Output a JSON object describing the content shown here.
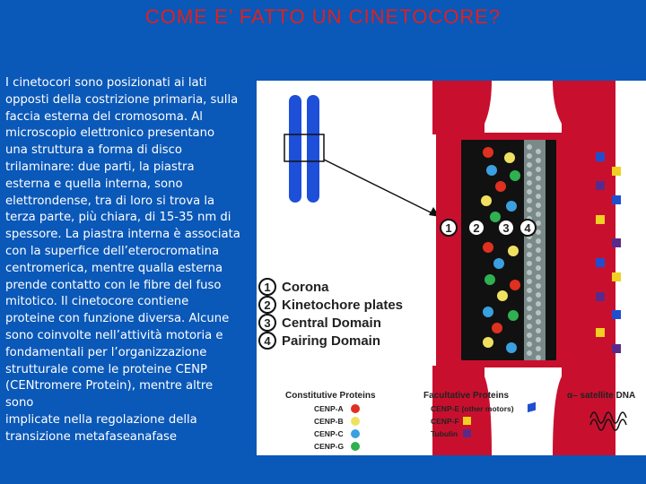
{
  "title": "COME E’ FATTO UN CINETOCORE?",
  "paragraph_lines": [
    "I cinetocori sono posizionati ai lati",
    "opposti della costrizione primaria, sulla",
    "faccia esterna del cromosoma. Al",
    "microscopio elettronico presentano",
    "una struttura a forma di disco",
    "trilaminare: due parti, la piastra",
    "esterna e quella interna, sono",
    "elettrondense, tra di loro si trova la",
    "terza parte, più chiara, di 15-35 nm di",
    "spessore. La piastra interna è associata",
    "con la superfice dell’eterocromatina",
    "centromerica, mentre qualla esterna",
    "prende contatto con le fibre del fuso",
    "mitotico. Il cinetocore contiene",
    "proteine con funzione diversa. Alcune",
    "sono coinvolte nell’attività motoria e",
    "fondamentali per l’organizzazione",
    "strutturale come le proteine CENP",
    "(CENtromere Protein), mentre altre",
    "sono",
    "implicate nella regolazione della",
    "transizione metafaseanafase"
  ],
  "figure": {
    "numbers": [
      "1",
      "2",
      "3",
      "4"
    ],
    "legend": [
      {
        "num": "1",
        "label": "Corona"
      },
      {
        "num": "2",
        "label": "Kinetochore plates"
      },
      {
        "num": "3",
        "label": "Central Domain"
      },
      {
        "num": "4",
        "label": "Pairing Domain"
      }
    ],
    "constitutive": {
      "heading": "Constitutive Proteins",
      "items": [
        {
          "label": "CENP-A",
          "color": "#e03020"
        },
        {
          "label": "CENP-B",
          "color": "#f0e060"
        },
        {
          "label": "CENP-C",
          "color": "#3aa0e0"
        },
        {
          "label": "CENP-G",
          "color": "#30b050"
        }
      ]
    },
    "facultative": {
      "heading": "Facultative Proteins",
      "items": [
        {
          "label": "CENP-E (other motors)",
          "color": "#1f4fd0"
        },
        {
          "label": "CENP-F",
          "color": "#f0d020"
        },
        {
          "label": "Tubulin",
          "color": "#5a2a8a"
        }
      ]
    },
    "satellite": {
      "label": "α– satellite DNA"
    },
    "colors": {
      "chromosome": "#c8102e",
      "chromosome_icon": "#1e4fd8",
      "plate": "#111111",
      "central": "#7a8a88"
    }
  }
}
